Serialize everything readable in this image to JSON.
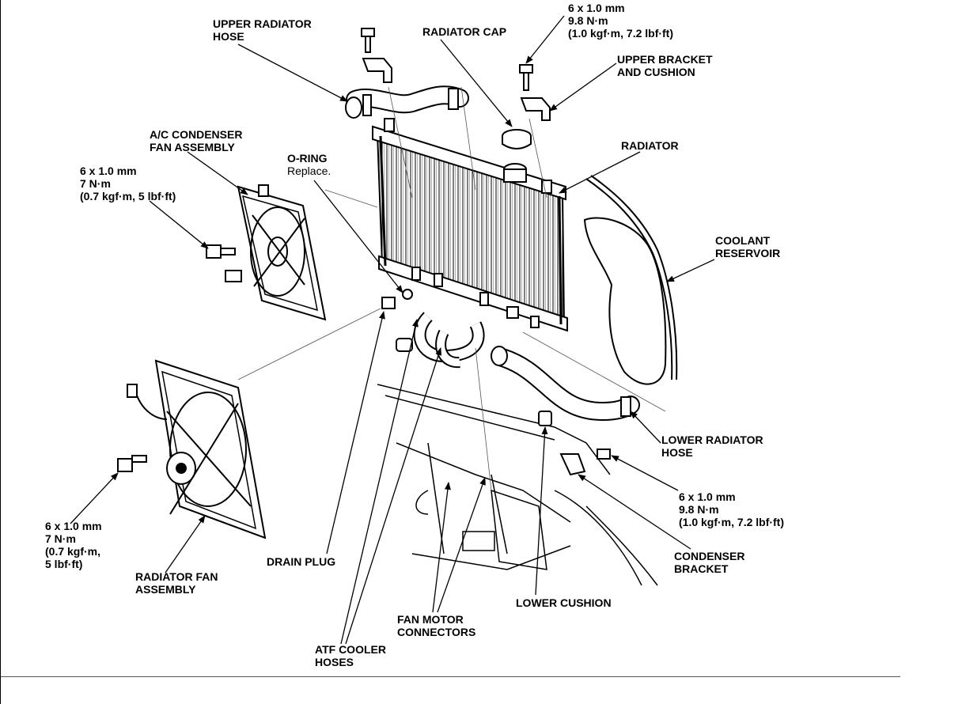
{
  "labels": {
    "upper_radiator_hose": [
      "UPPER RADIATOR",
      "HOSE"
    ],
    "radiator_cap": [
      "RADIATOR CAP"
    ],
    "bolt_spec_top": [
      "6 x 1.0 mm",
      "9.8 N·m",
      "(1.0 kgf·m, 7.2 lbf·ft)"
    ],
    "upper_bracket": [
      "UPPER BRACKET",
      "AND CUSHION"
    ],
    "ac_condenser_fan": [
      "A/C CONDENSER",
      "FAN ASSEMBLY"
    ],
    "o_ring": [
      "O-RING",
      "Replace."
    ],
    "radiator": [
      "RADIATOR"
    ],
    "bolt_spec_left": [
      "6 x 1.0 mm",
      "7 N·m",
      "(0.7 kgf·m, 5 lbf·ft)"
    ],
    "coolant_reservoir": [
      "COOLANT",
      "RESERVOIR"
    ],
    "lower_radiator_hose": [
      "LOWER RADIATOR",
      "HOSE"
    ],
    "bolt_spec_right": [
      "6 x 1.0 mm",
      "9.8 N·m",
      "(1.0 kgf·m, 7.2 lbf·ft)"
    ],
    "bolt_spec_bottom_left": [
      "6 x 1.0 mm",
      "7 N·m",
      "(0.7 kgf·m,",
      "5 lbf·ft)"
    ],
    "radiator_fan": [
      "RADIATOR FAN",
      "ASSEMBLY"
    ],
    "drain_plug": [
      "DRAIN PLUG"
    ],
    "condenser_bracket": [
      "CONDENSER",
      "BRACKET"
    ],
    "lower_cushion": [
      "LOWER CUSHION"
    ],
    "fan_motor_connectors": [
      "FAN MOTOR",
      "CONNECTORS"
    ],
    "atf_cooler_hoses": [
      "ATF COOLER",
      "HOSES"
    ]
  }
}
